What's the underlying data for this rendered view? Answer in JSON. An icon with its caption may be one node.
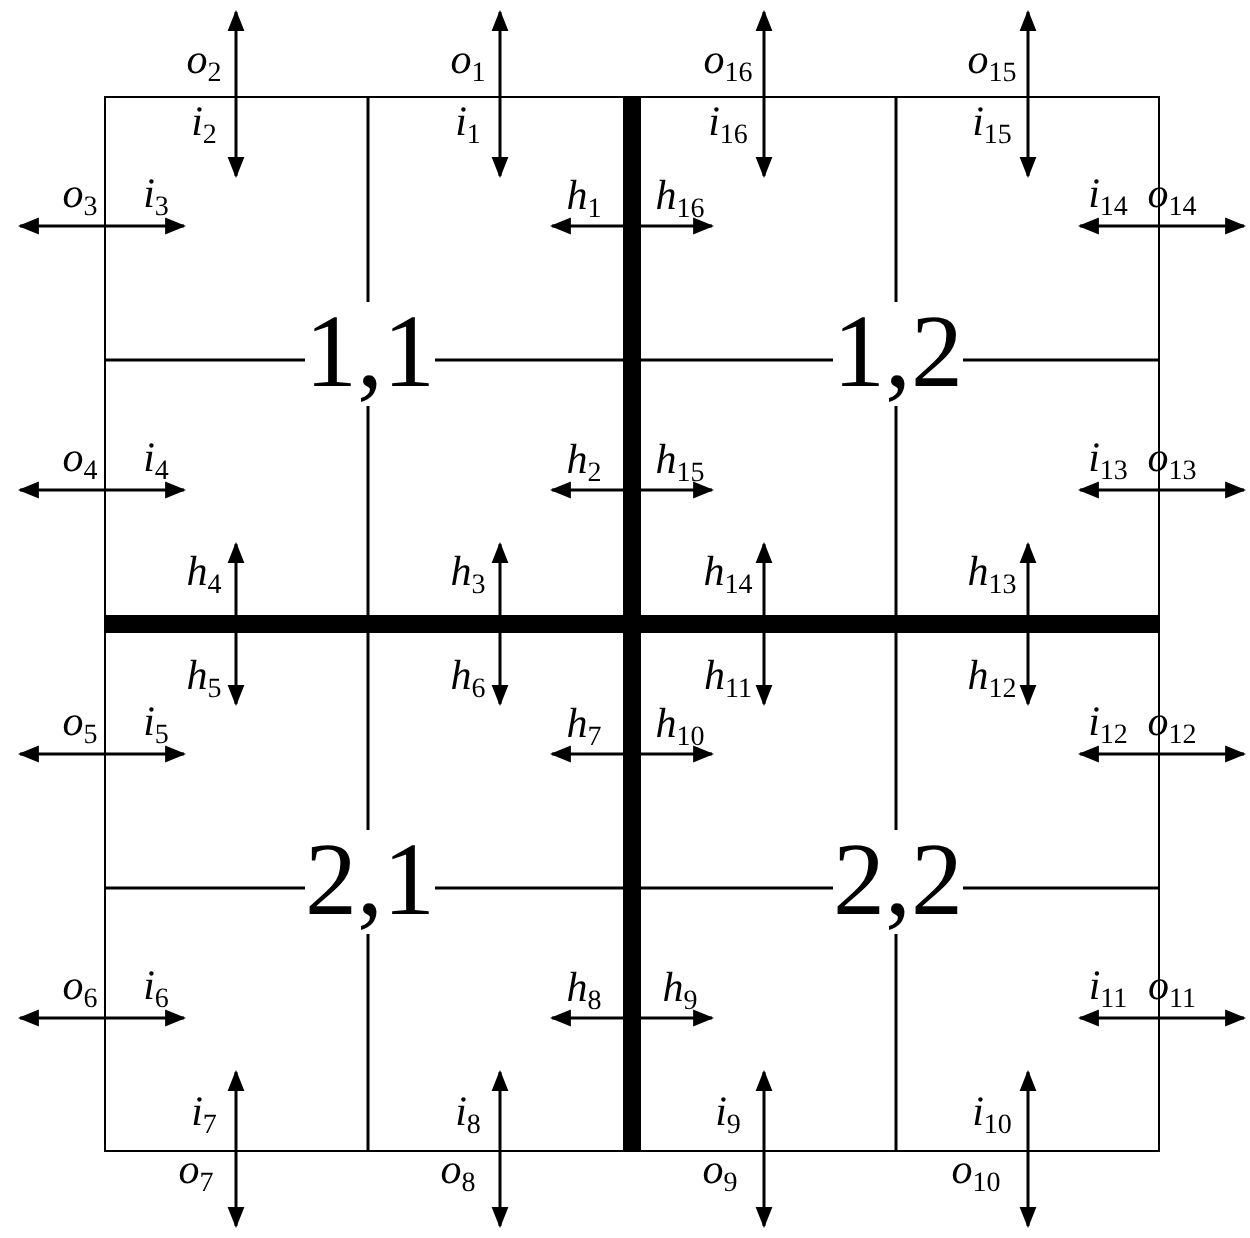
{
  "diagram": {
    "nodes": [
      {
        "text": [
          "1,1"
        ]
      },
      {
        "text": [
          "1,2"
        ]
      },
      {
        "text": [
          "2,1"
        ]
      },
      {
        "text": [
          "2,2"
        ]
      }
    ],
    "edges": [
      {
        "from": null,
        "to": 0,
        "arrow": "both"
      },
      {
        "from": null,
        "to": 0,
        "arrow": "both"
      },
      {
        "from": null,
        "to": 0,
        "arrow": "both"
      },
      {
        "from": null,
        "to": 0,
        "arrow": "both"
      },
      {
        "from": null,
        "to": 2,
        "arrow": "both"
      },
      {
        "from": null,
        "to": 2,
        "arrow": "both"
      },
      {
        "from": null,
        "to": 2,
        "arrow": "both"
      },
      {
        "from": null,
        "to": 2,
        "arrow": "both"
      },
      {
        "from": null,
        "to": 3,
        "arrow": "both"
      },
      {
        "from": null,
        "to": 3,
        "arrow": "both"
      },
      {
        "from": null,
        "to": 3,
        "arrow": "both"
      },
      {
        "from": null,
        "to": 3,
        "arrow": "both"
      },
      {
        "from": null,
        "to": 1,
        "arrow": "both"
      },
      {
        "from": null,
        "to": 1,
        "arrow": "both"
      },
      {
        "from": null,
        "to": 1,
        "arrow": "both"
      },
      {
        "from": null,
        "to": 1,
        "arrow": "both"
      },
      {
        "from": 0,
        "to": 1,
        "arrow": "both"
      },
      {
        "from": 0,
        "to": 1,
        "arrow": "both"
      },
      {
        "from": 0,
        "to": 2,
        "arrow": "both"
      },
      {
        "from": 0,
        "to": 2,
        "arrow": "both"
      },
      {
        "from": 1,
        "to": 3,
        "arrow": "both"
      },
      {
        "from": 1,
        "to": 3,
        "arrow": "both"
      },
      {
        "from": 2,
        "to": 3,
        "arrow": "both"
      },
      {
        "from": 2,
        "to": 3,
        "arrow": "both"
      }
    ],
    "labels": [
      "o$_{2}$",
      "o$_{1}$",
      "o$_{16}$",
      "o$_{15}$",
      "i$_{2}$",
      "i$_{1}$",
      "i$_{16}$",
      "i$_{15}$",
      "o$_{3}$",
      "i$_{3}$",
      "h$_{1}$",
      "h$_{16}$",
      "i$_{14}$",
      "o$_{14}$",
      "o$_{4}$",
      "i$_{4}$",
      "h$_{2}$",
      "h$_{15}$",
      "i$_{13}$",
      "o$_{13}$",
      "h$_{4}$",
      "h$_{3}$",
      "h$_{14}$",
      "h$_{13}$",
      "h$_{5}$",
      "h$_{6}$",
      "h$_{11}$",
      "h$_{12}$",
      "o$_{5}$",
      "i$_{5}$",
      "h$_{7}$",
      "h$_{10}$",
      "i$_{12}$",
      "o$_{12}$",
      "o$_{6}$",
      "i$_{6}$",
      "h$_{8}$",
      "h$_{9}$",
      "i$_{11}$",
      "o$_{11}$",
      "i$_{7}$",
      "i$_{8}$",
      "i$_{9}$",
      "i$_{10}$",
      "o$_{7}$",
      "o$_{8}$",
      "o$_{9}$",
      "o$_{10}$"
    ]
  }
}
